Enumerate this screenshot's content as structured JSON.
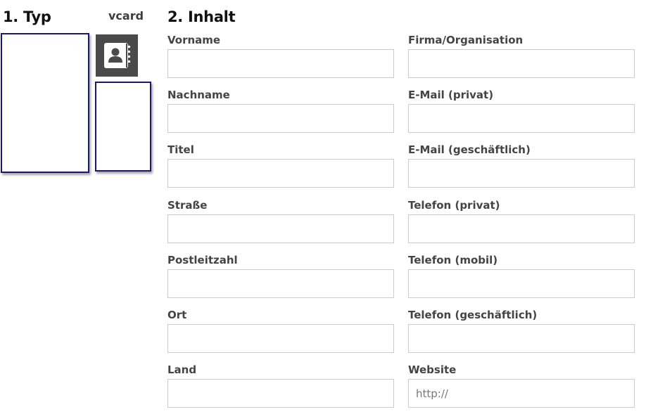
{
  "sections": {
    "typ_title": "1. Typ",
    "inhalt_title": "2. Inhalt"
  },
  "type_options": {
    "vcard_label": "vcard",
    "vcard_icon": "contact-book-icon"
  },
  "colors": {
    "tile_border": "#18186e",
    "icon_bg": "#4a4a4a",
    "input_border": "#cccccc"
  },
  "form": {
    "left_column": [
      {
        "label": "Vorname",
        "value": "",
        "placeholder": ""
      },
      {
        "label": "Nachname",
        "value": "",
        "placeholder": ""
      },
      {
        "label": "Titel",
        "value": "",
        "placeholder": ""
      },
      {
        "label": "Straße",
        "value": "",
        "placeholder": ""
      },
      {
        "label": "Postleitzahl",
        "value": "",
        "placeholder": ""
      },
      {
        "label": "Ort",
        "value": "",
        "placeholder": ""
      },
      {
        "label": "Land",
        "value": "",
        "placeholder": ""
      }
    ],
    "right_column": [
      {
        "label": "Firma/Organisation",
        "value": "",
        "placeholder": ""
      },
      {
        "label": "E-Mail (privat)",
        "value": "",
        "placeholder": ""
      },
      {
        "label": "E-Mail (geschäftlich)",
        "value": "",
        "placeholder": ""
      },
      {
        "label": "Telefon (privat)",
        "value": "",
        "placeholder": ""
      },
      {
        "label": "Telefon (mobil)",
        "value": "",
        "placeholder": ""
      },
      {
        "label": "Telefon (geschäftlich)",
        "value": "",
        "placeholder": ""
      },
      {
        "label": "Website",
        "value": "",
        "placeholder": "http://"
      }
    ]
  }
}
